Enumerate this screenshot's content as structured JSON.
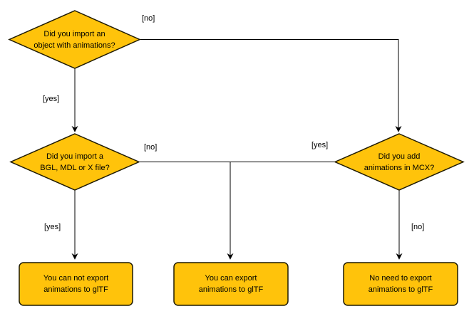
{
  "colors": {
    "canvas-bg": "#ffffff",
    "node-fill": "#ffc30b",
    "node-border": "#1f1a00",
    "edge-line": "#000000",
    "text": "#000000"
  },
  "nodes": {
    "decision_import_animations": {
      "label": "Did you import an\nobject with animations?"
    },
    "decision_import_bgl": {
      "label": "Did you import a\nBGL, MDL or X file?"
    },
    "decision_mcx_animations": {
      "label": "Did you add\nanimations in MCX?"
    },
    "result_cannot_export": {
      "label": "You can not export\nanimations to glTF"
    },
    "result_can_export": {
      "label": "You can export\nanimations to glTF"
    },
    "result_no_need": {
      "label": "No need to export\nanimations to glTF"
    }
  },
  "edges": {
    "import_animations_no": "[no]",
    "import_animations_yes": "[yes]",
    "import_bgl_no": "[no]",
    "import_bgl_yes": "[yes]",
    "mcx_yes": "[yes]",
    "mcx_no": "[no]"
  }
}
